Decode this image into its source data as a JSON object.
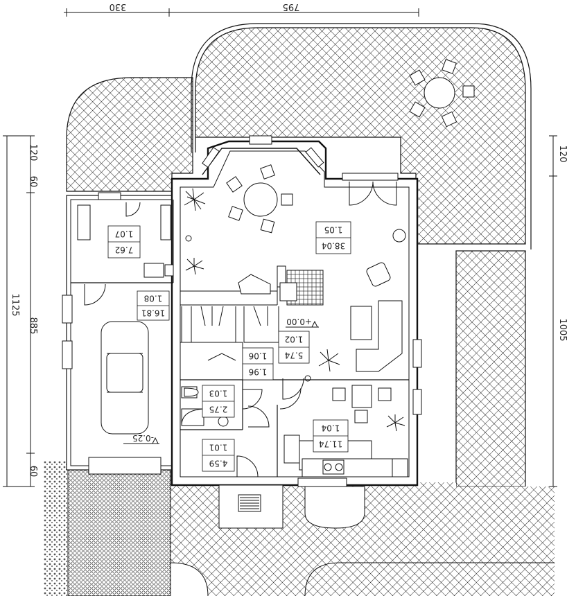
{
  "dimensions": {
    "top_left": "330",
    "top_right": "795",
    "left_total": "1125",
    "left_main": "885",
    "left_sub": "60",
    "left_top": "120",
    "left_bottom": "60",
    "right_total": "1005",
    "right_top": "120"
  },
  "rooms": [
    {
      "number": "1.01",
      "area": "4.59"
    },
    {
      "number": "1.02",
      "area": "5.74"
    },
    {
      "number": "1.03",
      "area": "2.75"
    },
    {
      "number": "1.04",
      "area": "11.74"
    },
    {
      "number": "1.05",
      "area": "38.04"
    },
    {
      "number": "1.06",
      "area": "1.96"
    },
    {
      "number": "1.07",
      "area": "7.62"
    },
    {
      "number": "1.08",
      "area": "16.81"
    }
  ],
  "levels": {
    "main": "+0.00",
    "garage": "-0.25"
  },
  "colors": {
    "line": "#111111",
    "background": "#ffffff"
  }
}
